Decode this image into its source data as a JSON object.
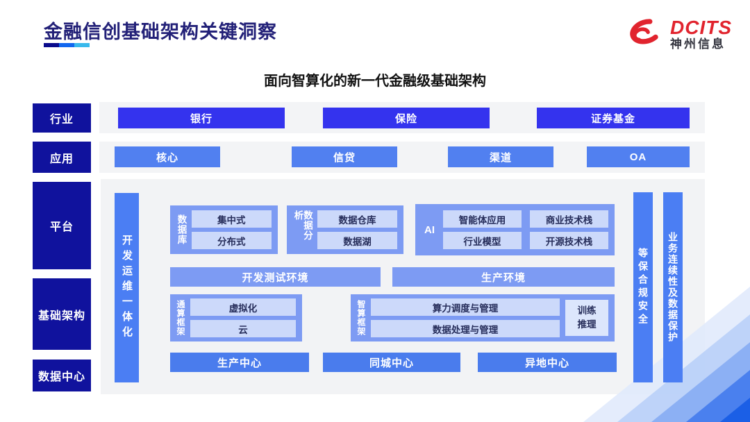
{
  "header": {
    "title": "金融信创基础架构关键洞察",
    "logo": {
      "brand": "DCITS",
      "company": "神州信息"
    }
  },
  "subtitle": "面向智算化的新一代金融级基础架构",
  "sidebar": {
    "items": [
      {
        "label": "行业"
      },
      {
        "label": "应用"
      },
      {
        "label": "平台"
      },
      {
        "label": "基础架构"
      },
      {
        "label": "数据中心"
      }
    ]
  },
  "industry_row": [
    "银行",
    "保险",
    "证券基金"
  ],
  "application_row": [
    "核心",
    "信贷",
    "渠道",
    "OA"
  ],
  "platform": {
    "devops_bar": "开发运维一体化",
    "database": {
      "label": "数据库",
      "items": [
        "集中式",
        "分布式"
      ]
    },
    "analytics": {
      "label": "数据分析",
      "items": [
        "数据仓库",
        "数据湖"
      ]
    },
    "ai": {
      "label": "AI",
      "items": [
        "智能体应用",
        "商业技术栈",
        "行业模型",
        "开源技术栈"
      ]
    },
    "environments": [
      "开发测试环境",
      "生产环境"
    ],
    "general_compute": {
      "label": "通算框架",
      "items": [
        "虚拟化",
        "云"
      ]
    },
    "intelligent_compute": {
      "label": "智算框架",
      "items": [
        "算力调度与管理",
        "数据处理与管理"
      ],
      "side_box": [
        "训练",
        "推理"
      ]
    },
    "centers": [
      "生产中心",
      "同城中心",
      "异地中心"
    ],
    "security_bar": "等保合规安全",
    "continuity_bar": "业务连续性及数据保护"
  },
  "colors": {
    "sidebar_navy": "#10129d",
    "industry_blue": "#3433ee",
    "app_blue": "#5180f0",
    "bar_blue": "#4b7ef3",
    "center_blue": "#4a7ced",
    "group_blue": "#7d9bf3",
    "inner_box": "#ccd9fa",
    "inner_text": "#262d5a",
    "strip_gray": "#f3f4f6",
    "container_gray": "#f2f3f5",
    "title_navy": "#232178",
    "logo_red": "#e1242e",
    "underline_segments": [
      "#0a0b8c",
      "#1167ef",
      "#38b9ec"
    ]
  }
}
